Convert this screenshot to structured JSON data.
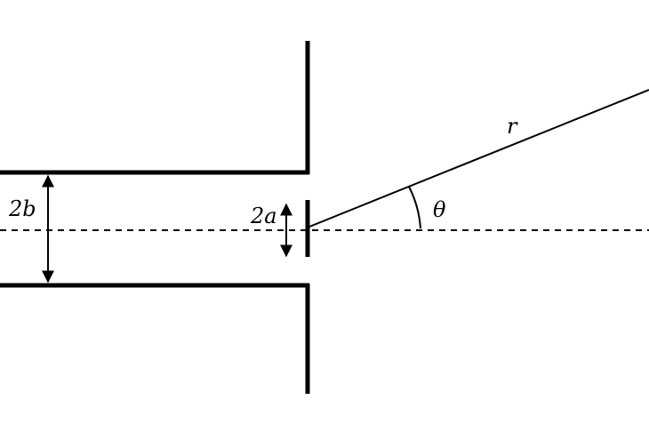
{
  "colors": {
    "ink": "#000000",
    "background": "#ffffff"
  },
  "labels": {
    "pipe_width": "2b",
    "aperture_width": "2a",
    "radius": "r",
    "angle": "θ"
  }
}
